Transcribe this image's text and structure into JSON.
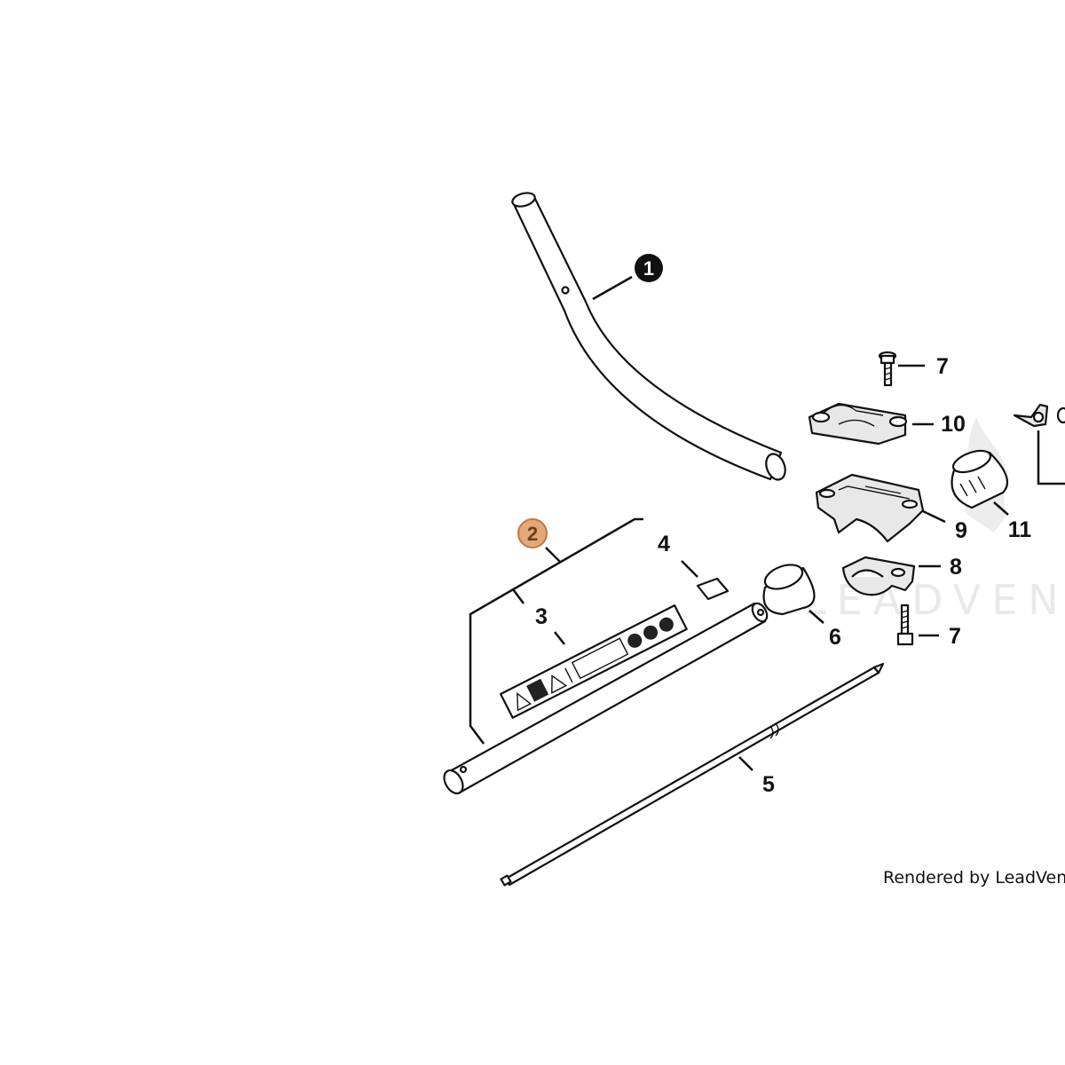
{
  "parts": {
    "p1": "1",
    "p2": "2",
    "p3": "3",
    "p4": "4",
    "p5": "5",
    "p6": "6",
    "p7a": "7",
    "p7b": "7",
    "p8": "8",
    "p9": "9",
    "p10": "10",
    "p11": "11"
  },
  "highlight_color": "#e3a87a",
  "watermark": "LEADVENT",
  "credit": "Rendered by LeadVenture"
}
